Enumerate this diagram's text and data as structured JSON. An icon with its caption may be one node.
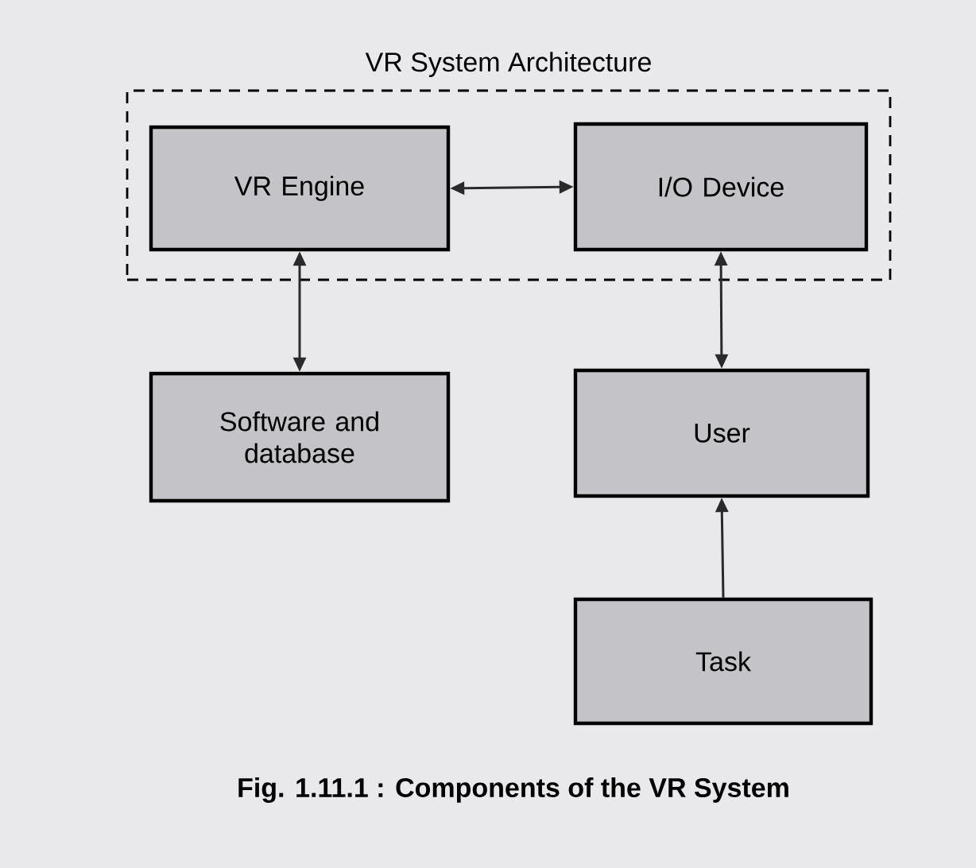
{
  "diagram": {
    "caption": "Fig. 1.11.1 : Components of the VR System",
    "nodes": [
      {
        "text": [
          "VR System Architecture"
        ]
      },
      {
        "text": [
          "VR Engine"
        ],
        "in": 0
      },
      {
        "text": [
          "I/O Device"
        ],
        "in": 0
      },
      {
        "text": [
          "Software and database"
        ]
      },
      {
        "text": [
          "User"
        ]
      },
      {
        "text": [
          "Task"
        ]
      }
    ],
    "edges": [
      {
        "from": 1,
        "to": 2,
        "arrow": "both"
      },
      {
        "from": 1,
        "to": 3,
        "arrow": "both"
      },
      {
        "from": 2,
        "to": 4,
        "arrow": "both"
      },
      {
        "from": 5,
        "to": 4,
        "arrow": "to"
      }
    ]
  }
}
